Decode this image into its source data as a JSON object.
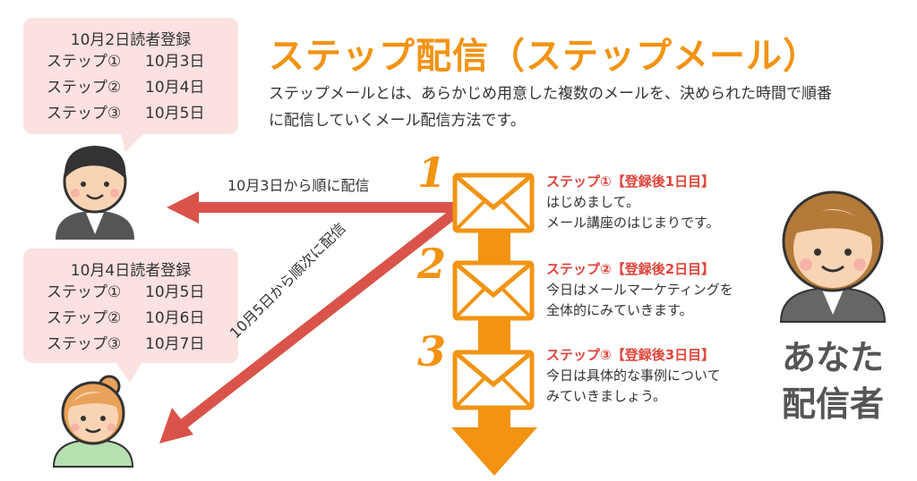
{
  "title": "ステップ配信（ステップメール）",
  "description": "ステップメールとは、あらかじめ用意した複数のメールを、決められた時間で順番に配信していくメール配信方法です。",
  "readers": [
    {
      "heading": "10月2日読者登録",
      "rows": [
        {
          "step": "ステップ①",
          "date": "10月3日"
        },
        {
          "step": "ステップ②",
          "date": "10月4日"
        },
        {
          "step": "ステップ③",
          "date": "10月5日"
        }
      ],
      "arrow_label": "10月3日から順に配信"
    },
    {
      "heading": "10月4日読者登録",
      "rows": [
        {
          "step": "ステップ①",
          "date": "10月5日"
        },
        {
          "step": "ステップ②",
          "date": "10月6日"
        },
        {
          "step": "ステップ③",
          "date": "10月7日"
        }
      ],
      "arrow_label": "10月5日から順次に配信"
    }
  ],
  "steps": [
    {
      "number": "1",
      "heading": "ステップ①【登録後1日目】",
      "lines": [
        "はじめまして。",
        "メール講座のはじまりです。"
      ]
    },
    {
      "number": "2",
      "heading": "ステップ②【登録後2日目】",
      "lines": [
        "今日はメールマーケティングを",
        "全体的にみていきます。"
      ]
    },
    {
      "number": "3",
      "heading": "ステップ③【登録後3日目】",
      "lines": [
        "今日は具体的な事例について",
        "みていきましょう。"
      ]
    }
  ],
  "sender": {
    "line1": "あなた",
    "line2": "配信者"
  },
  "colors": {
    "orange": "#f29312",
    "red": "#d9534a",
    "bubble": "#fbe1df",
    "step_heading": "#e0443a"
  }
}
